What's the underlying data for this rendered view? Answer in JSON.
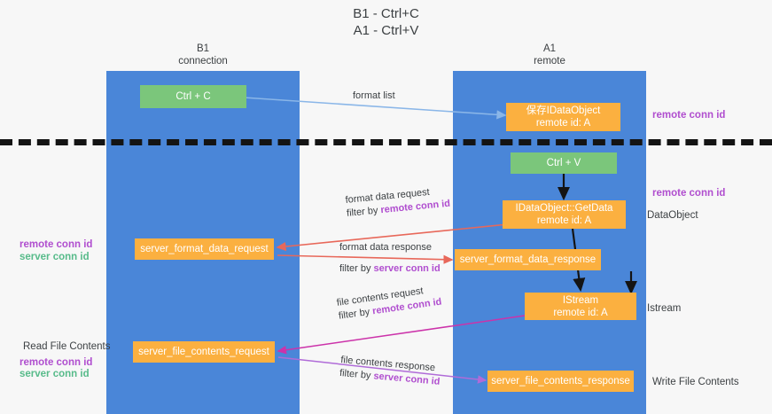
{
  "title": {
    "line1": "B1 - Ctrl+C",
    "line2": "A1 - Ctrl+V"
  },
  "columns": [
    {
      "name": "B1",
      "role": "connection"
    },
    {
      "name": "A1",
      "role": "remote"
    }
  ],
  "colors": {
    "lane": "#4a86d8",
    "green_box": "#7bc67b",
    "orange_box": "#fbb040",
    "purple_text": "#b04ecf",
    "green_text": "#57bb8a",
    "divider": "#141414",
    "arrow_blue": "#8ab6e8",
    "arrow_red": "#e8685a",
    "arrow_black": "#141414",
    "arrow_magenta": "#cc33aa",
    "arrow_purple": "#b06bd8",
    "background": "#f7f7f7"
  },
  "boxes": {
    "ctrl_c": {
      "label": "Ctrl + C",
      "style": "green"
    },
    "save_idataobject": {
      "line1": "保存IDataObject",
      "line2": "remote id: A",
      "style": "orange"
    },
    "ctrl_v": {
      "label": "Ctrl + V",
      "style": "green"
    },
    "getdata": {
      "line1": "IDataObject::GetData",
      "line2": "remote id: A",
      "style": "orange"
    },
    "server_format_data_request": {
      "label": "server_format_data_request",
      "style": "orange"
    },
    "server_format_data_response": {
      "label": "server_format_data_response",
      "style": "orange"
    },
    "istream": {
      "line1": "IStream",
      "line2": "remote id: A",
      "style": "orange"
    },
    "server_file_contents_request": {
      "label": "server_file_contents_request",
      "style": "orange"
    },
    "server_file_contents_response": {
      "label": "server_file_contents_response",
      "style": "orange"
    }
  },
  "edge_labels": {
    "format_list": "format list",
    "format_data_request": "format data request",
    "format_data_request_filter_prefix": "filter by ",
    "format_data_request_filter_key": "remote conn id",
    "format_data_response": "format data response",
    "format_data_response_filter_prefix": "filter by ",
    "format_data_response_filter_key": "server conn id",
    "file_contents_request": "file contents request",
    "file_contents_request_filter_prefix": "filter by ",
    "file_contents_request_filter_key": "remote conn id",
    "file_contents_response": "file contents response",
    "file_contents_response_filter_prefix": "filter by ",
    "file_contents_response_filter_key": "server conn id"
  },
  "right_labels": {
    "remote_conn_id_top": "remote conn id",
    "remote_conn_id_mid": "remote conn id",
    "dataobject": "DataObject",
    "istream": "Istream",
    "write_file_contents": "Write File Contents"
  },
  "left_labels": {
    "remote_conn_id_mid": "remote conn id",
    "server_conn_id_mid": "server conn id",
    "read_file_contents": "Read File Contents",
    "remote_conn_id_bottom": "remote conn id",
    "server_conn_id_bottom": "server conn id"
  }
}
